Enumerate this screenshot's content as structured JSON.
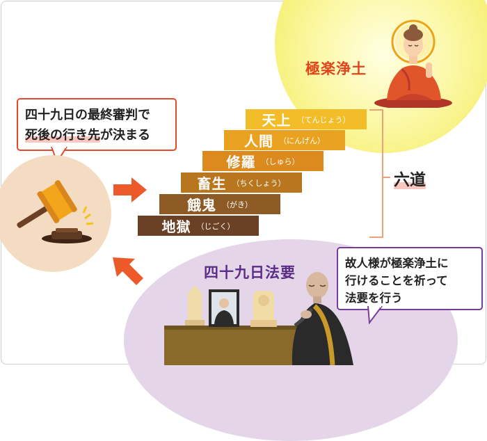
{
  "paradise": {
    "label": "極楽浄土"
  },
  "judgment": {
    "line1": "四十九日の最終審判で",
    "line2_highlight": "死後の行き先",
    "line2_rest": "が決まる"
  },
  "realms": [
    {
      "name": "天上",
      "reading": "（てんじょう）",
      "color": "#f3bd2a"
    },
    {
      "name": "人間",
      "reading": "（にんげん）",
      "color": "#e9a21f"
    },
    {
      "name": "修羅",
      "reading": "（しゅら）",
      "color": "#dc8a1d"
    },
    {
      "name": "畜生",
      "reading": "（ちくしょう）",
      "color": "#b8761e"
    },
    {
      "name": "餓鬼",
      "reading": "（がき）",
      "color": "#8d5a25"
    },
    {
      "name": "地獄",
      "reading": "（じごく）",
      "color": "#6b4125"
    }
  ],
  "six_paths": {
    "label": "六道"
  },
  "memorial": {
    "label": "四十九日法要",
    "bubble": [
      "故人様が極楽浄土に",
      "行けることを祈って",
      "法要を行う"
    ]
  },
  "colors": {
    "accent_red": "#e24a2a",
    "purple": "#7a3a9a"
  }
}
